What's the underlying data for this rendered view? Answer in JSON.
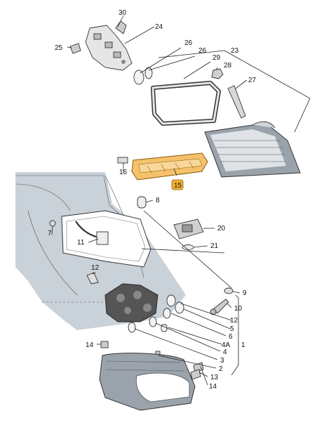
{
  "diagram": {
    "callouts": {
      "c30": "30",
      "c24": "24",
      "c25": "25",
      "c26a": "26",
      "c26b": "26",
      "c29": "29",
      "c23": "23",
      "c28": "28",
      "c27": "27",
      "c16": "16",
      "c15": "15",
      "c8": "8",
      "c7": "7",
      "c11": "11",
      "c20": "20",
      "c21": "21",
      "c12a": "12",
      "c9": "9",
      "c10": "10",
      "c12b": "12",
      "c5": "5",
      "c6": "6",
      "c4a": "4A",
      "c1": "1",
      "c4": "4",
      "c3": "3",
      "c14": "14",
      "c2": "2",
      "c13": "13",
      "c14b": "14"
    },
    "colors": {
      "highlight": "#f5c16b",
      "highlight_badge": "#f2b233",
      "body_panel": "#c9d1d9",
      "lens_outer": "#9aa3ab",
      "lens_inner": "#dfe3e7"
    }
  }
}
